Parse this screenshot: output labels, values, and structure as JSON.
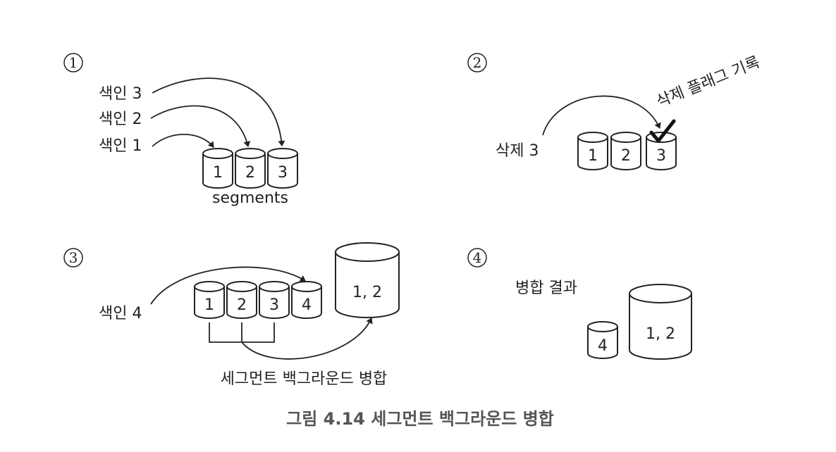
{
  "panels": {
    "p1": {
      "marker": "1",
      "labels": [
        "색인 3",
        "색인 2",
        "색인 1"
      ],
      "segments": [
        "1",
        "2",
        "3"
      ],
      "segments_label": "segments"
    },
    "p2": {
      "marker": "2",
      "delete_label": "삭제 3",
      "flag_label": "삭제 플래그 기록",
      "segments": [
        "1",
        "2",
        "3"
      ]
    },
    "p3": {
      "marker": "3",
      "index_label": "색인 4",
      "segments": [
        "1",
        "2",
        "3",
        "4"
      ],
      "merged": "1, 2",
      "merge_label": "세그먼트 백그라운드 병합"
    },
    "p4": {
      "marker": "4",
      "result_label": "병합 결과",
      "segments": [
        "4",
        "1, 2"
      ]
    }
  },
  "caption": "그림 4.14 세그먼트 백그라운드 병합"
}
